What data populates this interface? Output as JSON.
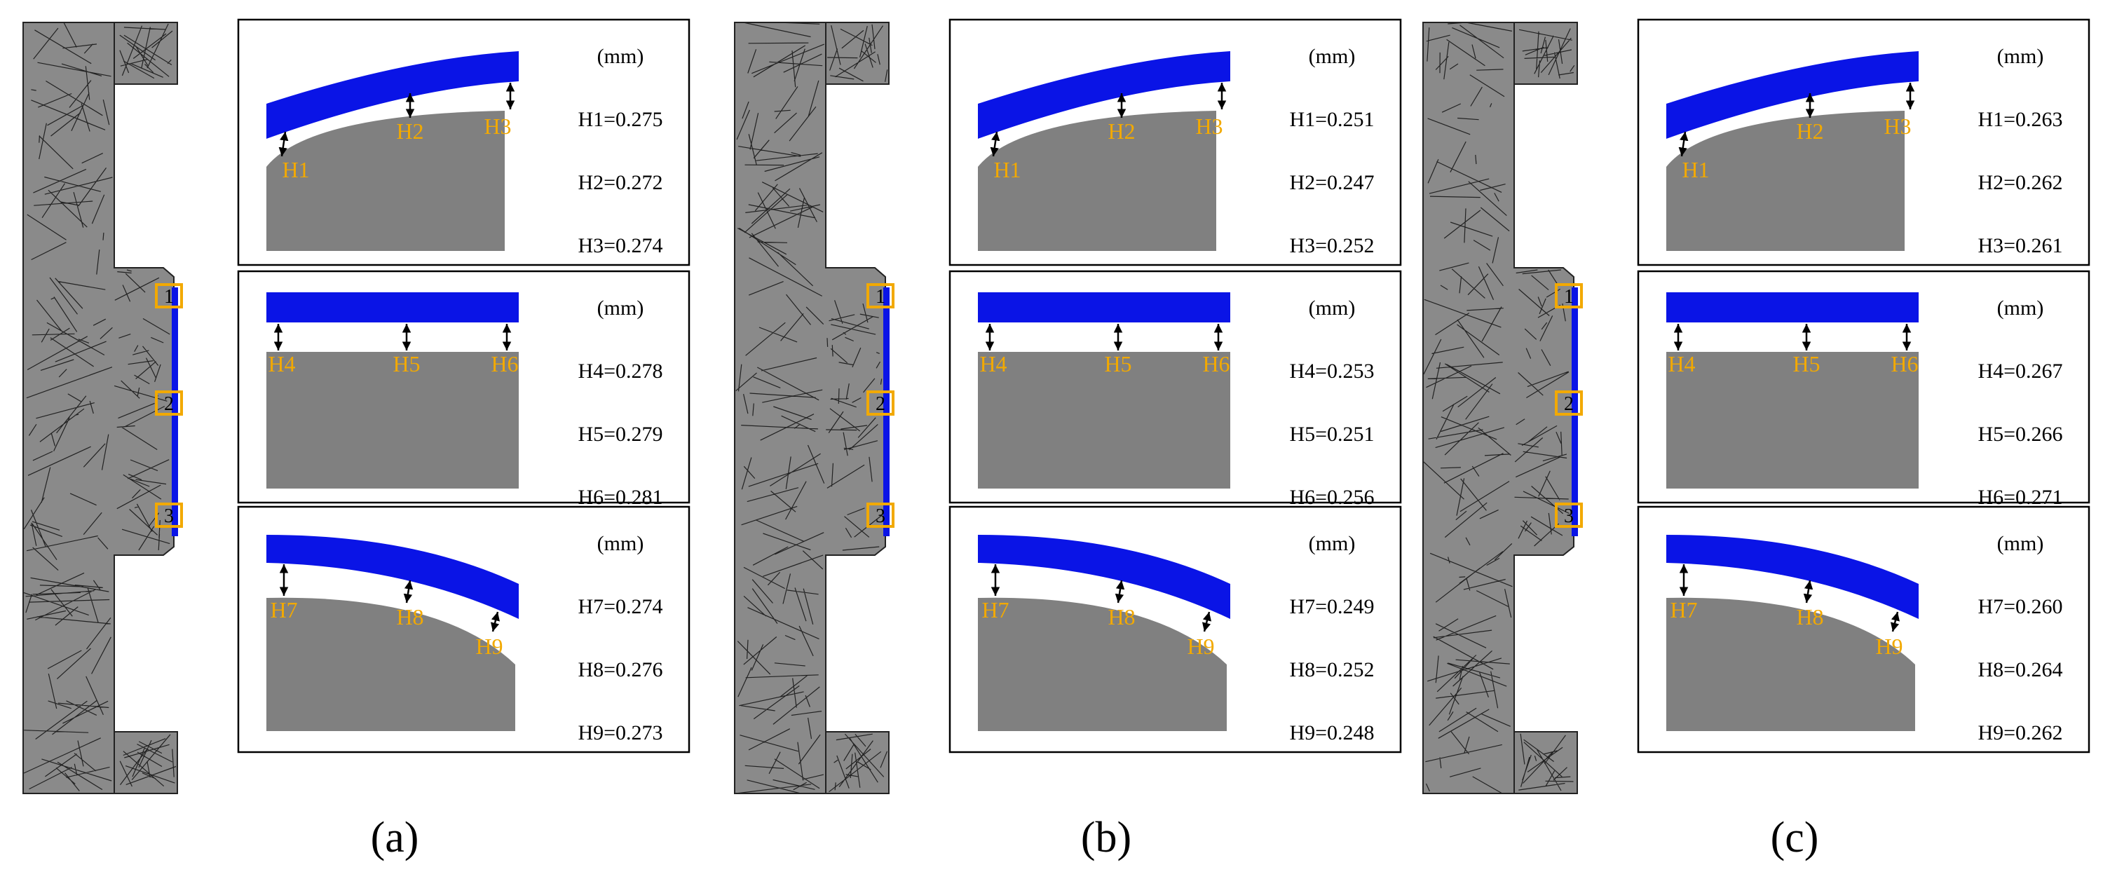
{
  "unit_label": "(mm)",
  "colors": {
    "plate": "#0a14e6",
    "base": "#808080",
    "label": "#f2a900",
    "arrow": "#000000",
    "mesh_fill": "#8a8a8a",
    "mesh_line": "#222222",
    "frame": "#000000"
  },
  "panels": [
    {
      "caption": "(a)",
      "zone_markers": [
        "1",
        "2",
        "3"
      ],
      "subpanels": [
        {
          "labels": [
            "H1",
            "H2",
            "H3"
          ],
          "values": [
            "H1=0.275",
            "H2=0.272",
            "H3=0.274"
          ]
        },
        {
          "labels": [
            "H4",
            "H5",
            "H6"
          ],
          "values": [
            "H4=0.278",
            "H5=0.279",
            "H6=0.281"
          ]
        },
        {
          "labels": [
            "H7",
            "H8",
            "H9"
          ],
          "values": [
            "H7=0.274",
            "H8=0.276",
            "H9=0.273"
          ]
        }
      ]
    },
    {
      "caption": "(b)",
      "zone_markers": [
        "1",
        "2",
        "3"
      ],
      "subpanels": [
        {
          "labels": [
            "H1",
            "H2",
            "H3"
          ],
          "values": [
            "H1=0.251",
            "H2=0.247",
            "H3=0.252"
          ]
        },
        {
          "labels": [
            "H4",
            "H5",
            "H6"
          ],
          "values": [
            "H4=0.253",
            "H5=0.251",
            "H6=0.256"
          ]
        },
        {
          "labels": [
            "H7",
            "H8",
            "H9"
          ],
          "values": [
            "H7=0.249",
            "H8=0.252",
            "H9=0.248"
          ]
        }
      ]
    },
    {
      "caption": "(c)",
      "zone_markers": [
        "1",
        "2",
        "3"
      ],
      "subpanels": [
        {
          "labels": [
            "H1",
            "H2",
            "H3"
          ],
          "values": [
            "H1=0.263",
            "H2=0.262",
            "H3=0.261"
          ]
        },
        {
          "labels": [
            "H4",
            "H5",
            "H6"
          ],
          "values": [
            "H4=0.267",
            "H5=0.266",
            "H6=0.271"
          ]
        },
        {
          "labels": [
            "H7",
            "H8",
            "H9"
          ],
          "values": [
            "H7=0.260",
            "H8=0.264",
            "H9=0.262"
          ]
        }
      ]
    }
  ]
}
